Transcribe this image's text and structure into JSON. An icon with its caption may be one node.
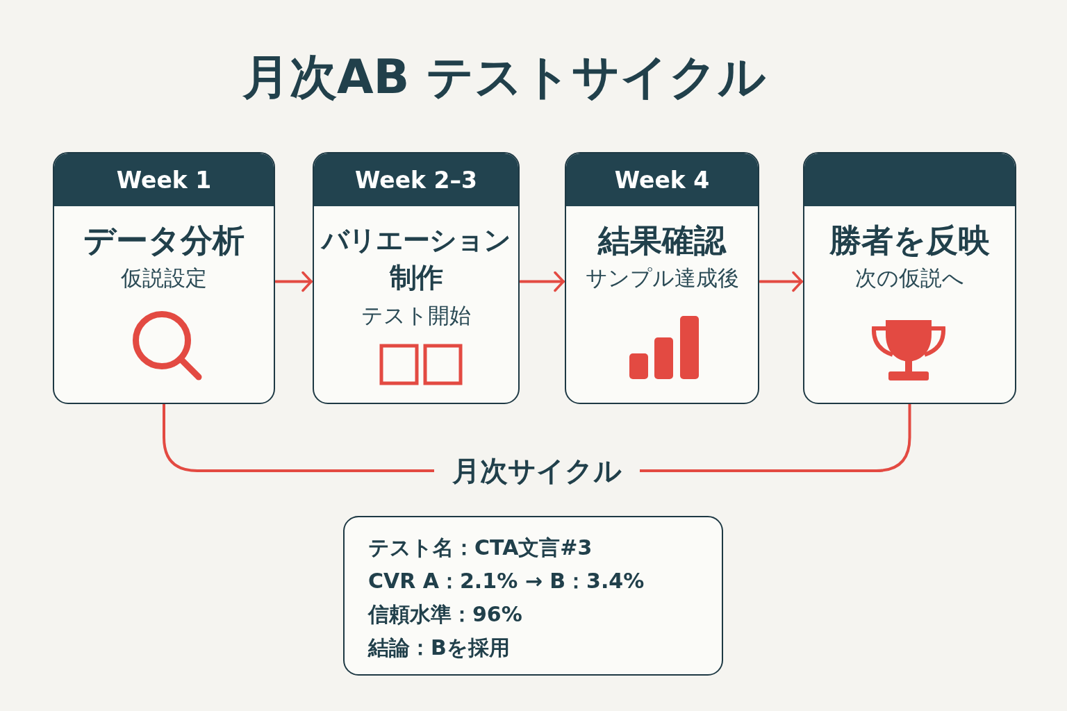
{
  "diagram": {
    "title": "月次AB テストサイクル",
    "nodes": [
      {
        "text": [
          "Week 1",
          "データ分析",
          "仮説設定"
        ]
      },
      {
        "text": [
          "Week 2–3",
          "バリエーション制作",
          "テスト開始"
        ]
      },
      {
        "text": [
          "Week 4",
          "結果確認",
          "サンプル達成後"
        ]
      },
      {
        "text": [
          "勝者を反映",
          "次の仮説へ"
        ]
      },
      {
        "text": [
          "テスト名：CTA文言#3",
          "CVR A：2.1% → B：3.4%",
          "信頼水準：96%",
          "結論：Bを採用"
        ]
      }
    ],
    "edges": [
      {
        "from": 0,
        "to": 1,
        "arrow": "to"
      },
      {
        "from": 1,
        "to": 2,
        "arrow": "to"
      },
      {
        "from": 2,
        "to": 3,
        "arrow": "to"
      },
      {
        "from": 3,
        "to": 0,
        "arrow": "none",
        "label": "月次サイクル"
      }
    ]
  }
}
